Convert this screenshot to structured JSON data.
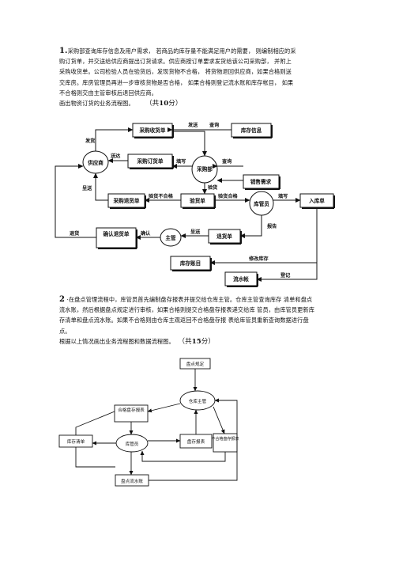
{
  "q1": {
    "number": "1.",
    "lines": [
      "采购部查询库存信息及用户需求，   若商品的库存量不能满足用户的需要，   则编制相应的采",
      "购订货单，并交送给供应商提出订货请求。供应商按订单要求发货给该公司采购部，           并附上",
      "采购收货单。公司检验人员在验货后，发现货物不合格，      将货物退回供应商，如果合格则送",
      "交库房。库房管理员再进一步审核货物是否合格，       如果合格则登记流水账和库存帐目，     如果",
      "不合格则交由主管审核后退回供应商。",
      "画出物资订货的业务流程图。"
    ],
    "score_prefix": "（共",
    "score": "10",
    "score_suffix": "分）"
  },
  "d1": {
    "purchase_receipt": "采购收货单",
    "inventory_info": "库存信息",
    "supplier": "供应商",
    "purchase_order": "采购订货单",
    "purchasing_dept": "采购部",
    "sales_demand": "销售需求",
    "purchase_return": "采购退货单",
    "inspection_receipt": "验货单",
    "warehouse_keeper": "库管员",
    "stock_in": "入库单",
    "confirm_return": "确认退货单",
    "supervisor": "主管",
    "return_slip": "退货单",
    "inventory_ledger": "库存账目",
    "journal": "流水帐",
    "lbl_send1": "发送",
    "lbl_ship": "发货",
    "lbl_send2": "送达",
    "lbl_fill1": "填写",
    "lbl_query1": "查询",
    "lbl_query2": "查询",
    "lbl_inspect": "验货",
    "lbl_fail": "验货不合格",
    "lbl_pass": "验货合格",
    "lbl_fill2": "填写",
    "lbl_submit1": "呈送",
    "lbl_report": "报告",
    "lbl_return": "退货",
    "lbl_confirm": "确认",
    "lbl_submit2": "呈送",
    "lbl_update": "修改库存",
    "lbl_register": "登记"
  },
  "q2": {
    "number": "2",
    "lines": [
      " ·在盘点管理流程中，库管员首先编制盘存报表并提交给仓库主管。仓库主管查询库存  清单和盘点",
      "流水账，然后根据盘点规定进行审核，如果合格则提交合格盘存报表递交给库  管员，由库管员更新库",
      "存清单和盘点流水账。如果不合格则由仓库主观返回不合格盘存报  表给库管员重新查询数据进行盘",
      "点。",
      "根据以上情况画出业务流程图和数据流程图。"
    ],
    "score_prefix": "（共",
    "score": "15",
    "score_suffix": "分）"
  },
  "d2": {
    "rules": "盘点规定",
    "manager": "仓库主管",
    "qualified_report": "合格盘存报表",
    "stock_list": "库存清单",
    "keeper": "库管员",
    "inventory_report": "盘存报表",
    "unqualified_report": "不合格盘存报表",
    "journal": "盘点流水账"
  }
}
